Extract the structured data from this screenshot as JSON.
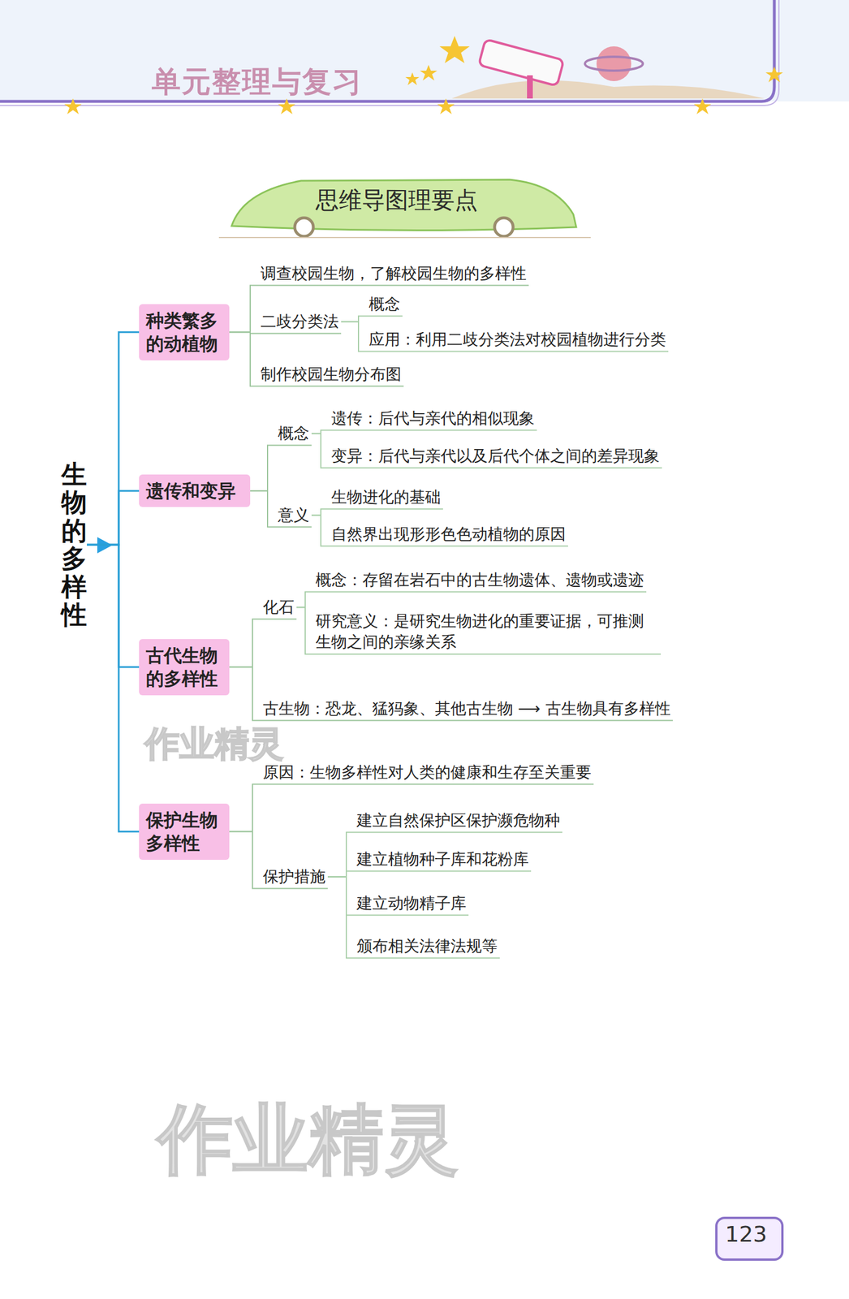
{
  "diagram": {
    "title": "单元整理与复习",
    "nodes": [
      {
        "text": [
          "生物的多样性"
        ]
      },
      {
        "text": [
          "种类繁多的动植物"
        ]
      },
      {
        "text": [
          "调查校园生物，了解校园生物的多样性"
        ]
      },
      {
        "text": [
          "二歧分类法"
        ]
      },
      {
        "text": [
          "概念"
        ]
      },
      {
        "text": [
          "应用：利用二歧分类法对校园植物进行分类"
        ]
      },
      {
        "text": [
          "制作校园生物分布图"
        ]
      },
      {
        "text": [
          "遗传和变异"
        ]
      },
      {
        "text": [
          "概念"
        ]
      },
      {
        "text": [
          "遗传：后代与亲代的相似现象"
        ]
      },
      {
        "text": [
          "变异：后代与亲代以及后代个体之间的差异现象"
        ]
      },
      {
        "text": [
          "意义"
        ]
      },
      {
        "text": [
          "生物进化的基础"
        ]
      },
      {
        "text": [
          "自然界出现形形色色动植物的原因"
        ]
      },
      {
        "text": [
          "古代生物的多样性"
        ]
      },
      {
        "text": [
          "化石"
        ]
      },
      {
        "text": [
          "概念：存留在岩石中的古生物遗体、遗物或遗迹"
        ]
      },
      {
        "text": [
          "研究意义：是研究生物进化的重要证据，可推测生物之间的亲缘关系"
        ]
      },
      {
        "text": [
          "古生物：恐龙、猛犸象、其他古生物 ⟶ 古生物具有多样性"
        ]
      },
      {
        "text": [
          "保护生物多样性"
        ]
      },
      {
        "text": [
          "原因：生物多样性对人类的健康和生存至关重要"
        ]
      },
      {
        "text": [
          "保护措施"
        ]
      },
      {
        "text": [
          "建立自然保护区保护濒危物种"
        ]
      },
      {
        "text": [
          "建立植物种子库和花粉库"
        ]
      },
      {
        "text": [
          "建立动物精子库"
        ]
      },
      {
        "text": [
          "颁布相关法律法规等"
        ]
      }
    ],
    "edges": [
      {
        "from": 0,
        "to": 1,
        "arrow": "none"
      },
      {
        "from": 0,
        "to": 7,
        "arrow": "none"
      },
      {
        "from": 0,
        "to": 14,
        "arrow": "none"
      },
      {
        "from": 0,
        "to": 19,
        "arrow": "none"
      },
      {
        "from": 1,
        "to": 2,
        "arrow": "none"
      },
      {
        "from": 1,
        "to": 3,
        "arrow": "none"
      },
      {
        "from": 1,
        "to": 6,
        "arrow": "none"
      },
      {
        "from": 3,
        "to": 4,
        "arrow": "none"
      },
      {
        "from": 3,
        "to": 5,
        "arrow": "none"
      },
      {
        "from": 7,
        "to": 8,
        "arrow": "none"
      },
      {
        "from": 7,
        "to": 11,
        "arrow": "none"
      },
      {
        "from": 8,
        "to": 9,
        "arrow": "none"
      },
      {
        "from": 8,
        "to": 10,
        "arrow": "none"
      },
      {
        "from": 11,
        "to": 12,
        "arrow": "none"
      },
      {
        "from": 11,
        "to": 13,
        "arrow": "none"
      },
      {
        "from": 14,
        "to": 15,
        "arrow": "none"
      },
      {
        "from": 14,
        "to": 18,
        "arrow": "none"
      },
      {
        "from": 15,
        "to": 16,
        "arrow": "none"
      },
      {
        "from": 15,
        "to": 17,
        "arrow": "none"
      },
      {
        "from": 19,
        "to": 20,
        "arrow": "none"
      },
      {
        "from": 19,
        "to": 21,
        "arrow": "none"
      },
      {
        "from": 21,
        "to": 22,
        "arrow": "none"
      },
      {
        "from": 21,
        "to": 23,
        "arrow": "none"
      },
      {
        "from": 21,
        "to": 24,
        "arrow": "none"
      },
      {
        "from": 21,
        "to": 25,
        "arrow": "none"
      }
    ],
    "labels": [
      "思维导图理要点",
      "作业精灵",
      "123",
      "作业精灵"
    ]
  }
}
